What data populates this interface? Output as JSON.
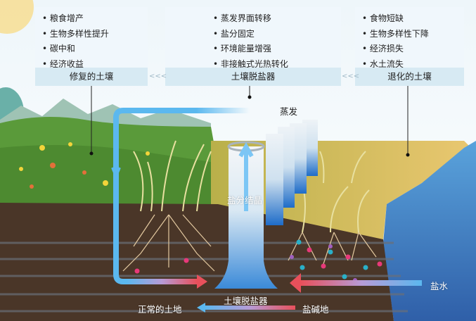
{
  "panels": [
    {
      "title": "修复的土壤",
      "items": [
        "粮食增产",
        "生物多样性提升",
        "碳中和",
        "经济收益"
      ]
    },
    {
      "title": "土壤脱盐器",
      "items": [
        "蒸发界面转移",
        "盐分固定",
        "环境能量增强",
        "非接触式光热转化"
      ]
    },
    {
      "title": "退化的土壤",
      "items": [
        "食物短缺",
        "生物多样性下降",
        "经济损失",
        "水土流失"
      ]
    }
  ],
  "separator": "<<<",
  "labels": {
    "evaporation": "蒸发",
    "salt_crystal": "盐分结晶",
    "brine": "盐水",
    "desalinator": "土壤脱盐器",
    "normal_land": "正常的土地",
    "saline_land": "盐碱地"
  },
  "colors": {
    "arrow_blue": "#5bb8ef",
    "arrow_red": "#e8505b",
    "soil": "#4a3628",
    "grass": "#5a9a3a",
    "sand": "#d9c36a",
    "sea": "#3f7fc0"
  }
}
